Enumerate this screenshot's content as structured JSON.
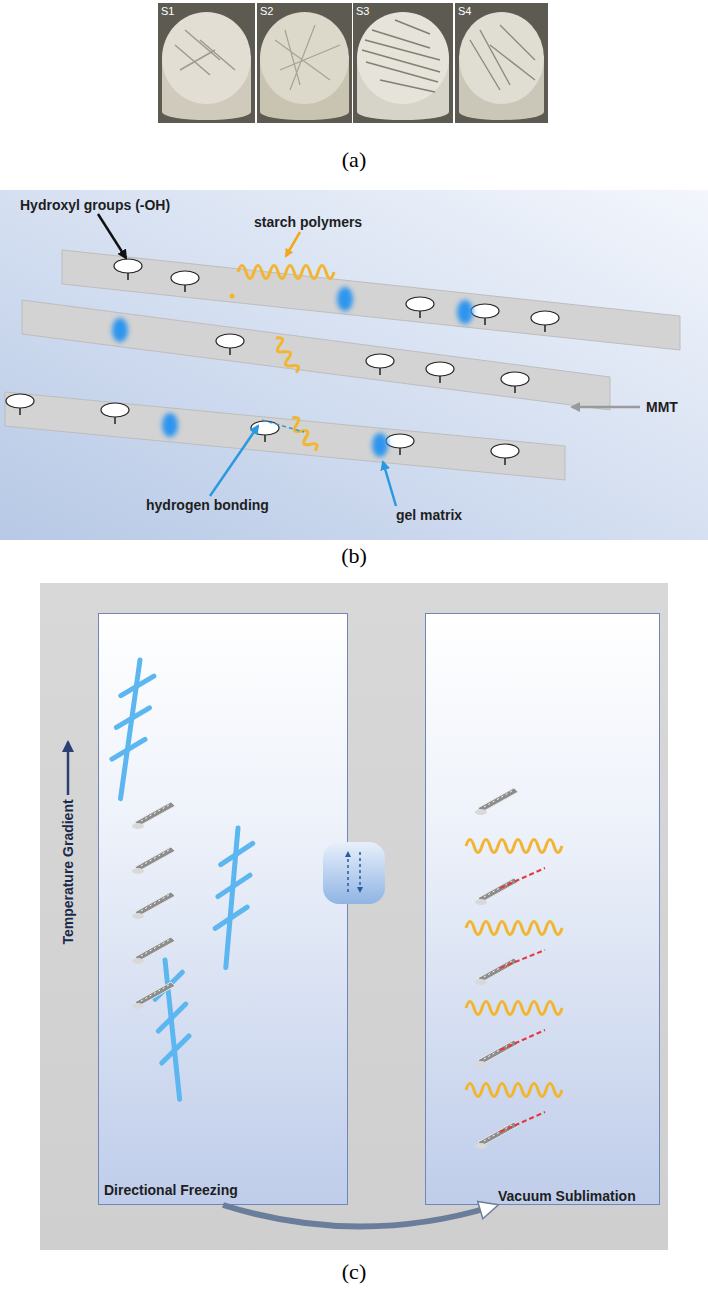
{
  "diagram": {
    "nodes": [
      {
        "text": [
          "S1"
        ]
      },
      {
        "text": [
          "S2"
        ]
      },
      {
        "text": [
          "S3"
        ]
      },
      {
        "text": [
          "S4"
        ]
      },
      {
        "text": [
          "Directional Freezing"
        ]
      },
      {
        "text": [
          "Vacuum Sublimation"
        ]
      }
    ],
    "edges": [
      {
        "from": 4,
        "to": 5,
        "arrow": "to"
      }
    ],
    "labels": [
      "(a)",
      "Hydroxyl groups (-OH)",
      "starch polymers",
      "MMT",
      "hydrogen bonding",
      "gel matrix",
      "(b)",
      "Temperature Gradient",
      "(c)"
    ]
  }
}
